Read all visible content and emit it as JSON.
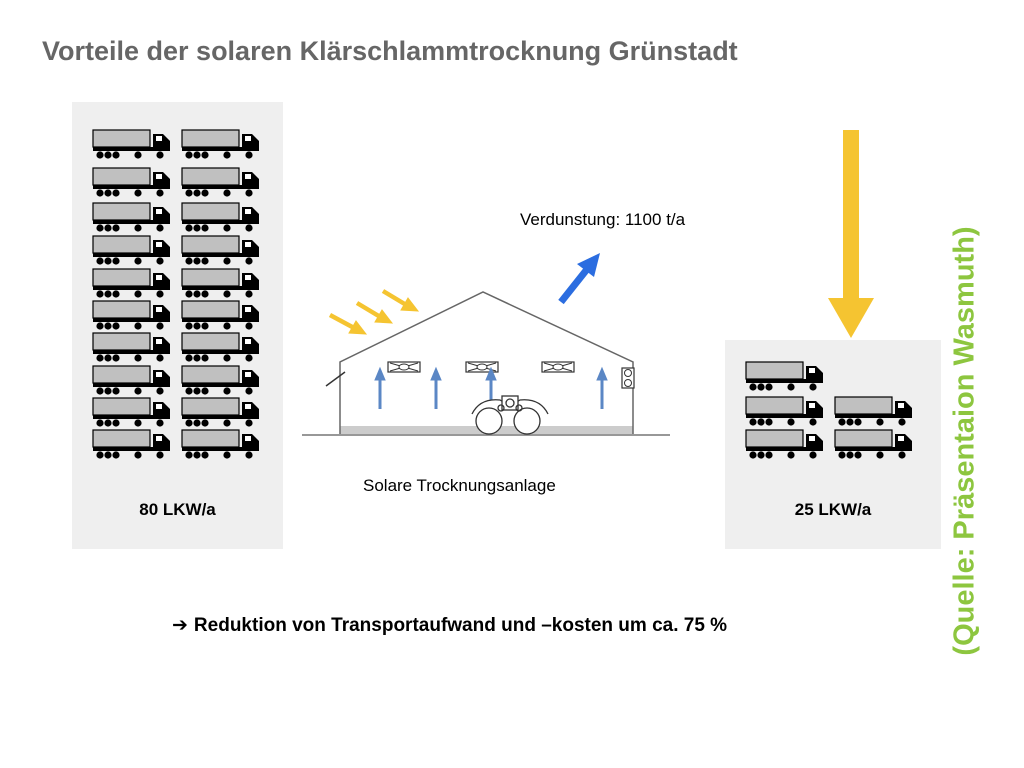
{
  "slide": {
    "title": "Vorteile der solaren Klärschlammtrocknung Grünstadt",
    "before": {
      "label": "80 LKW/a"
    },
    "after": {
      "label": "25 LKW/a"
    },
    "evaporation_label": "Verdunstung: 1100 t/a",
    "plant_label": "Solare Trocknungsanlage",
    "conclusion_arrow": "➔",
    "conclusion": "Reduktion von Transportaufwand und –kosten um ca. 75 %",
    "source": "(Quelle: Präsentaion Wasmuth)"
  },
  "colors": {
    "title": "#666666",
    "panel": "#efefef",
    "source": "#8dc63f",
    "sun_arrow": "#f5c431",
    "evaporation_arrow": "#2b6de0",
    "air_arrow": "#5b87c5",
    "truck_body": "#c0c0c0"
  }
}
